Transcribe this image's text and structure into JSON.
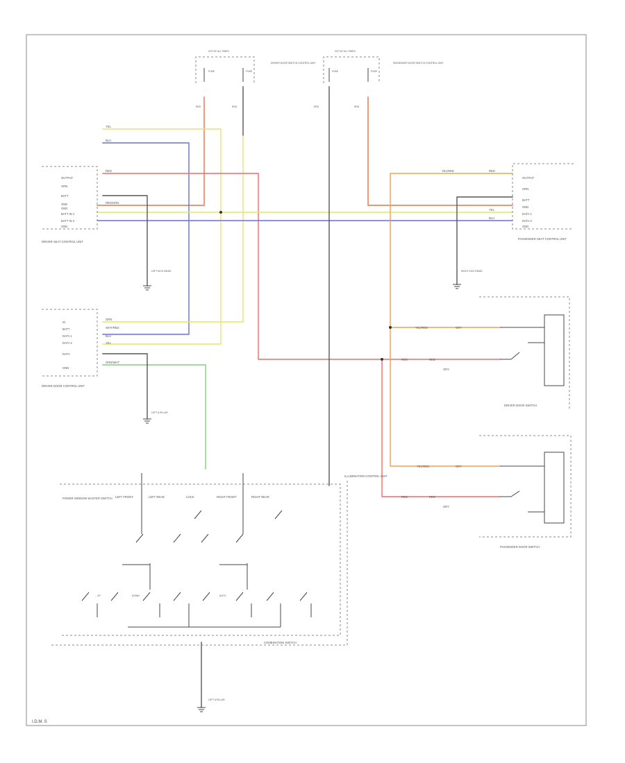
{
  "diagram": {
    "footer_label": "I.D.M. S",
    "fuse_boxes": [
      {
        "id": "fuse_left",
        "header": "HOT AT ALL TIMES",
        "fuses": [
          "FUSE",
          "FUSE"
        ],
        "wire_a": "RED",
        "wire_b": "RED"
      },
      {
        "id": "fuse_right",
        "header": "HOT AT ALL TIMES",
        "fuses": [
          "FUSE",
          "FUSE"
        ],
        "wire_a": "RED",
        "wire_b": "RED"
      }
    ],
    "fuse_notes": [
      "DRIVER DOOR SWITCH CONTROL UNIT",
      "PASSENGER DOOR SWITCH CONTROL UNIT"
    ],
    "left_module_top": {
      "name": "DRIVER SEAT CONTROL UNIT",
      "pins": [
        "OUTPUT",
        "GRN",
        "BATT",
        "GND",
        "GND",
        "BATT IN 1",
        "BATT IN 2",
        "GND"
      ],
      "wires": [
        "RED",
        "RED/GRN",
        "YEL",
        "BLU"
      ],
      "ground": "LEFT KICK PANEL"
    },
    "left_module_bottom": {
      "name": "DRIVER DOOR CONTROL UNIT",
      "pins": [
        "IG",
        "BATT",
        "DATA 1",
        "DATA 2",
        "DATA",
        "GND"
      ],
      "wires": [
        "GRN",
        "WHT/RED",
        "BLU",
        "YEL",
        "GRN/WHT"
      ],
      "ground": "LEFT A PILLAR"
    },
    "right_module": {
      "name": "PASSENGER SEAT CONTROL UNIT",
      "pins": [
        "OUTPUT",
        "GRN",
        "BATT",
        "GND",
        "DATA 1",
        "DATA 2",
        "GND"
      ],
      "wires": [
        "YEL/RED",
        "RED",
        "BLU",
        "YEL"
      ],
      "ground": "RIGHT KICK PANEL"
    },
    "switch_boxes": [
      {
        "id": "driver_door_switch",
        "label": "DRIVER DOOR SWITCH",
        "wires": [
          "YEL/RED",
          "GRY",
          "RED",
          "RED",
          "GRY"
        ]
      },
      {
        "id": "passenger_door_switch",
        "label": "PASSENGER DOOR SWITCH",
        "wires": [
          "YEL/RED",
          "GRY",
          "RED",
          "RED",
          "GRY"
        ]
      }
    ],
    "switch_panel": {
      "name": "POWER WINDOW MASTER SWITCH",
      "columns": [
        "LEFT FRONT",
        "LEFT REAR",
        "LOCK",
        "RIGHT FRONT",
        "RIGHT REAR"
      ],
      "row_labels": [
        "UP",
        "DOWN",
        "AUTO"
      ],
      "bus_label": "COMBINATION SWITCH",
      "ground": "LEFT A PILLAR",
      "side_label": "ILLUMINATION CONTROL UNIT"
    },
    "colors": {
      "red": "#f26a6a",
      "orange": "#e8704a",
      "orange_light": "#f0a050",
      "yellow": "#e6e66a",
      "blue": "#6a6aee",
      "green": "#7fd07f",
      "black": "#444444"
    }
  }
}
